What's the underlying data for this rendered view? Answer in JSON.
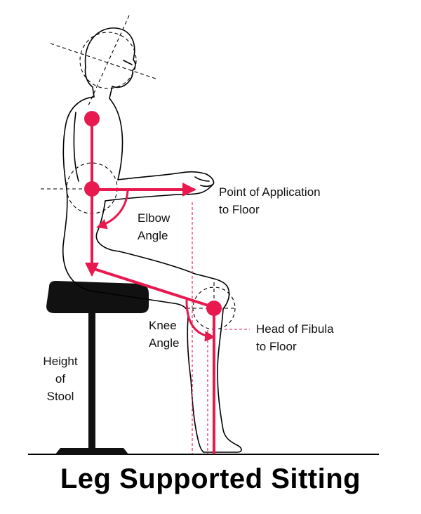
{
  "title": "Leg Supported Sitting",
  "labels": {
    "point_of_application_line1": "Point of Application",
    "point_of_application_line2": "to Floor",
    "elbow_line1": "Elbow",
    "elbow_line2": "Angle",
    "knee_line1": "Knee",
    "knee_line2": "Angle",
    "fibula_line1": "Head of Fibula",
    "fibula_line2": "to Floor",
    "height_line1": "Height",
    "height_line2": "of",
    "height_line3": "Stool"
  },
  "colors": {
    "accent": "#e8194f",
    "outline": "#000000",
    "background": "#ffffff"
  }
}
